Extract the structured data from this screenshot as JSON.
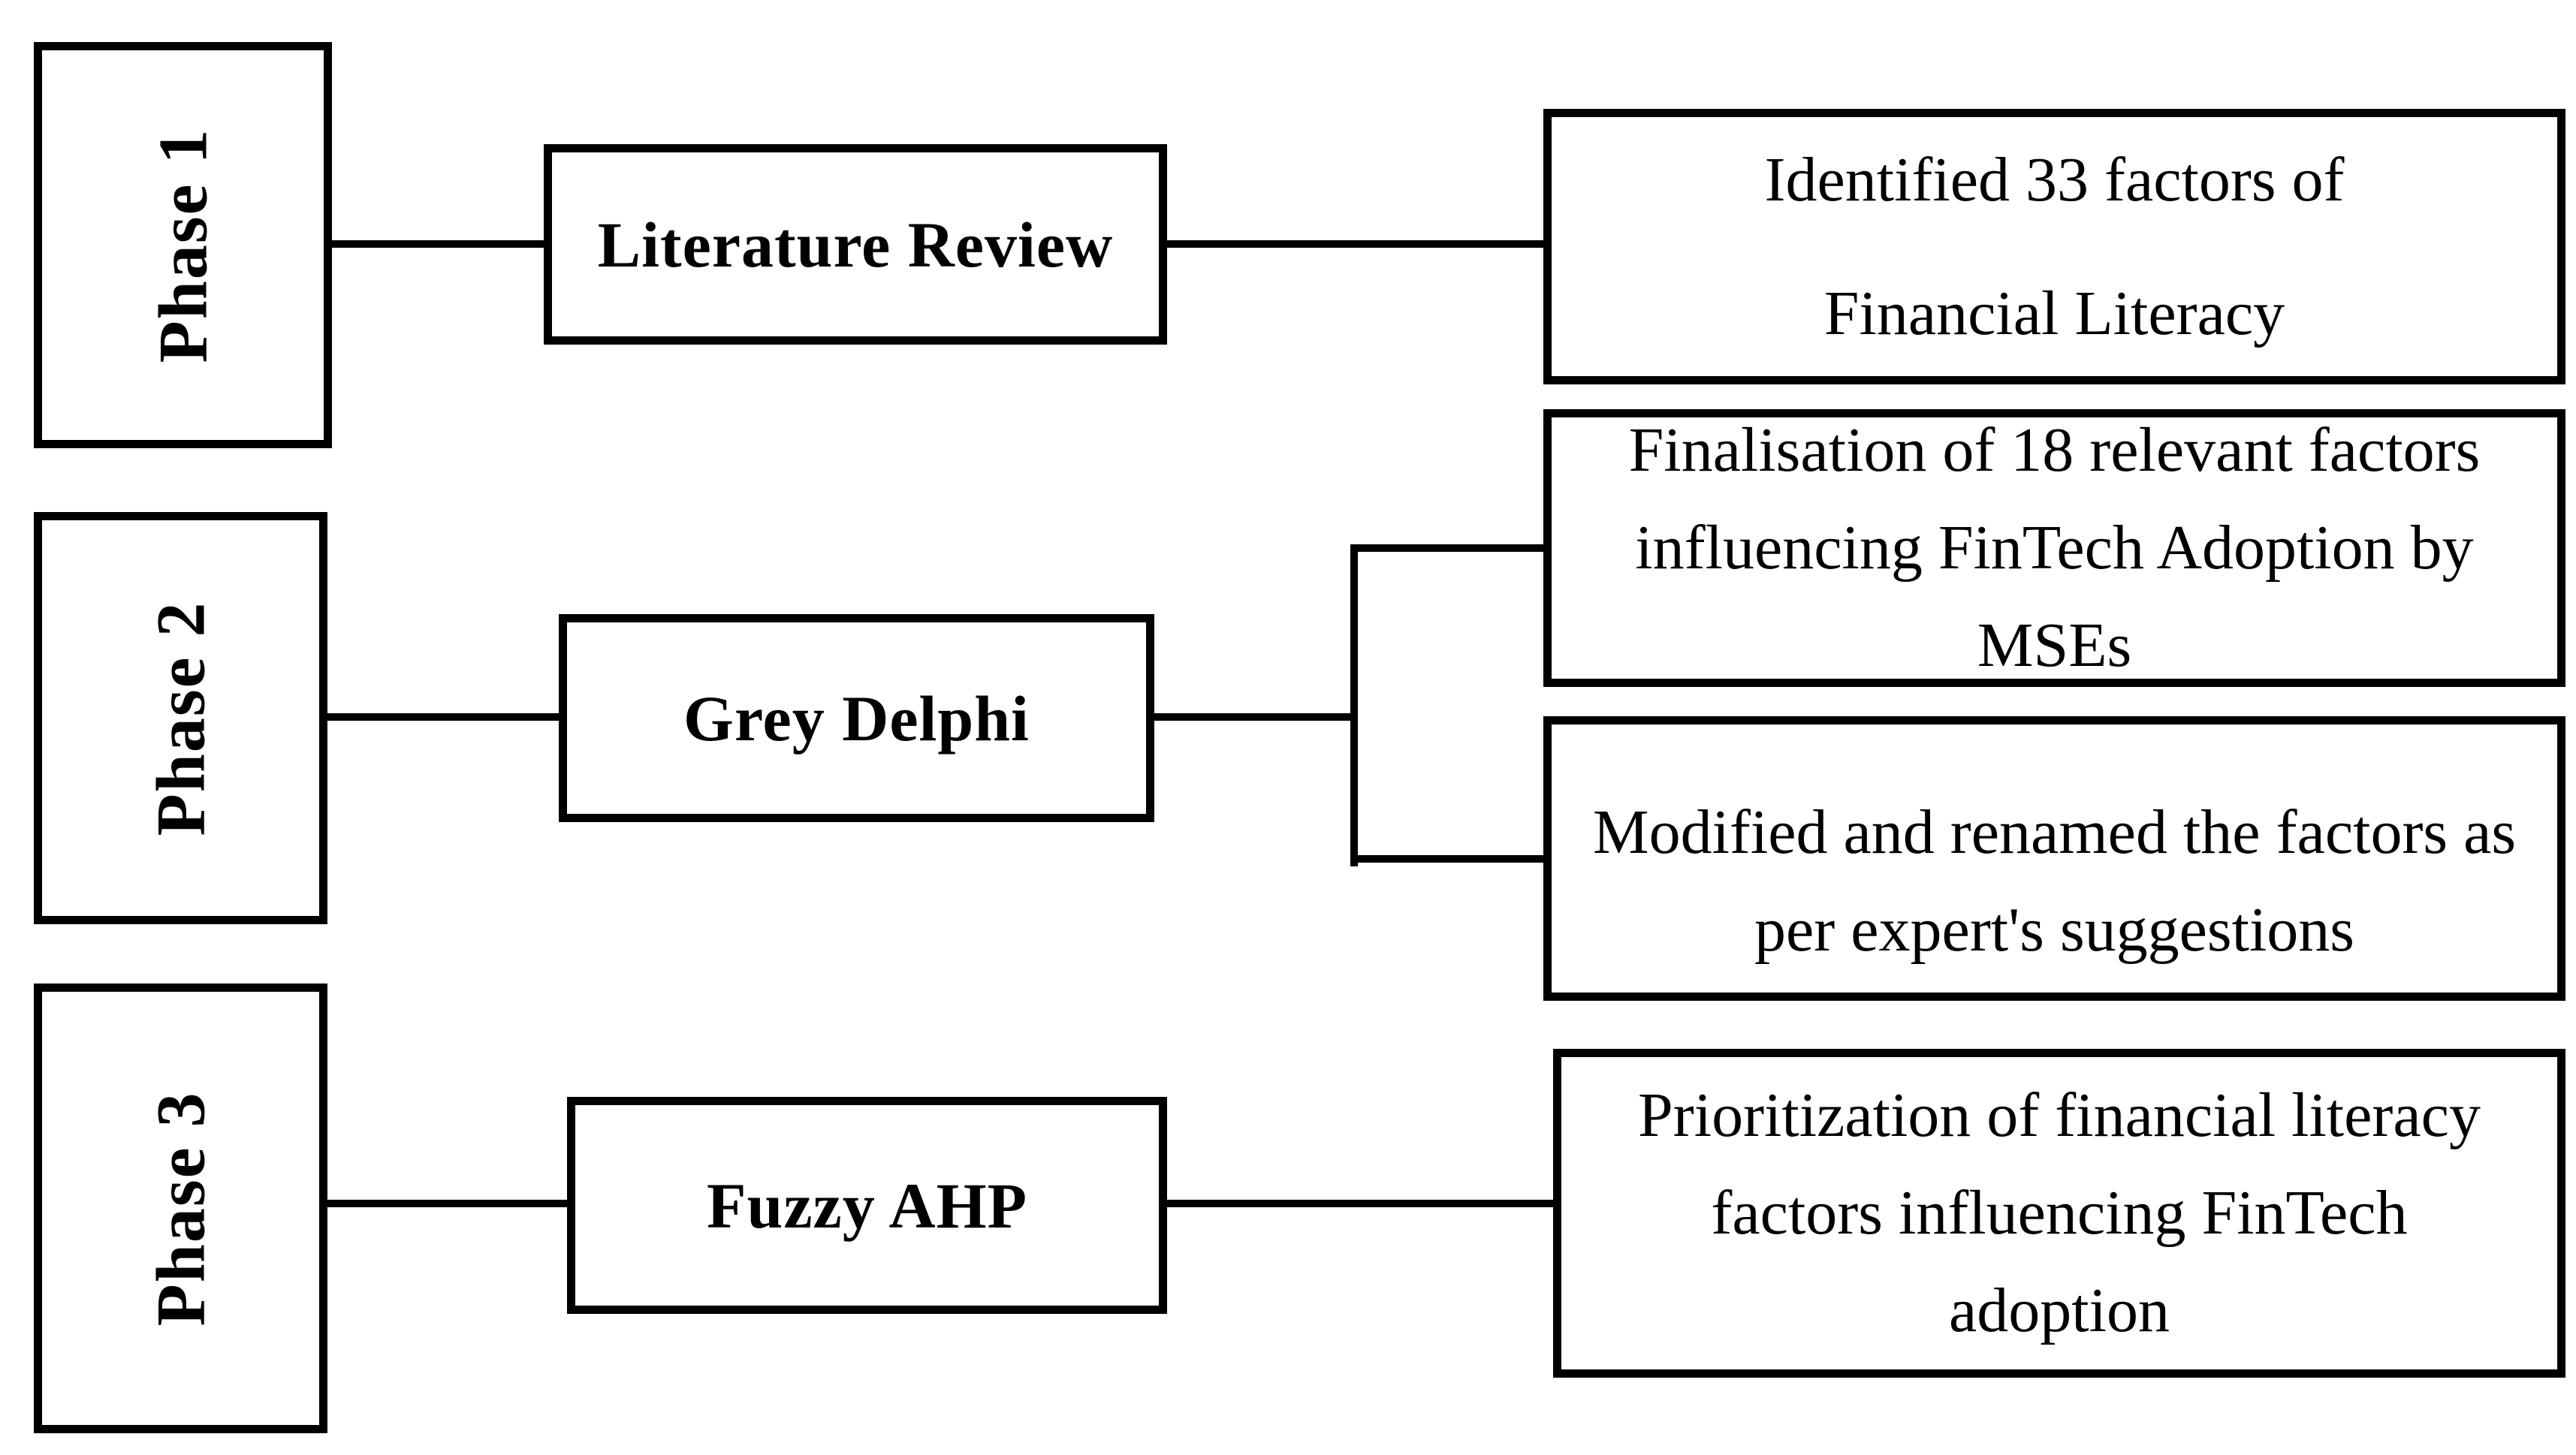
{
  "figure": {
    "background_color": "#ffffff",
    "line_color": "#000000",
    "text_color": "#000000"
  },
  "rows": [
    {
      "phase": {
        "label": "Phase 1"
      },
      "method": {
        "label": "Literature Review"
      },
      "outcomes": [
        {
          "lines": [
            "Identified 33 factors of",
            "Financial Literacy"
          ]
        }
      ]
    },
    {
      "phase": {
        "label": "Phase 2"
      },
      "method": {
        "label": "Grey Delphi"
      },
      "outcomes": [
        {
          "lines": [
            "Finalisation of 18 relevant factors",
            "influencing FinTech Adoption by",
            "MSEs"
          ]
        },
        {
          "lines": [
            "Modified and renamed the factors as",
            "per expert's suggestions"
          ]
        }
      ]
    },
    {
      "phase": {
        "label": "Phase 3"
      },
      "method": {
        "label": "Fuzzy AHP"
      },
      "outcomes": [
        {
          "lines": [
            "Prioritization of financial literacy",
            "factors influencing FinTech",
            "adoption"
          ]
        }
      ]
    }
  ]
}
